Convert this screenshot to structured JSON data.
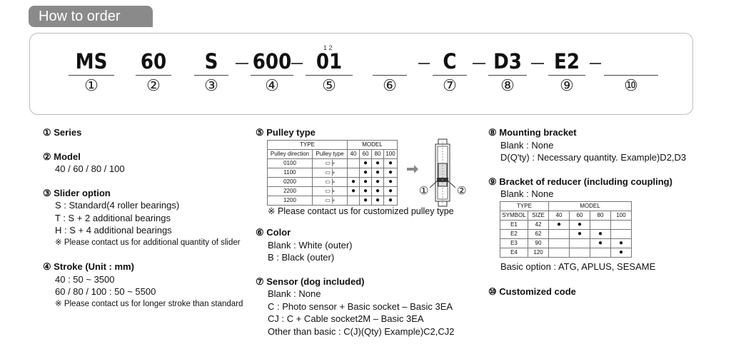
{
  "header": "How to order",
  "code": [
    {
      "value": "MS",
      "num": "①"
    },
    {
      "value": "60",
      "num": "②"
    },
    {
      "value": "S",
      "num": "③"
    },
    {
      "value": "600",
      "num": "④"
    },
    {
      "value": "01",
      "num": "⑤"
    },
    {
      "value": "",
      "num": "⑥"
    },
    {
      "value": "C",
      "num": "⑦"
    },
    {
      "value": "D3",
      "num": "⑧"
    },
    {
      "value": "E2",
      "num": "⑨"
    },
    {
      "value": "",
      "num": "⑩"
    }
  ],
  "superscript": "1  2",
  "series": {
    "title": "① Series"
  },
  "model": {
    "title": "② Model",
    "lines": [
      "40 / 60 / 80 / 100"
    ]
  },
  "slider": {
    "title": "③ Slider option",
    "lines": [
      "S : Standard(4 roller bearings)",
      "T : S + 2 additional bearings",
      "H : S + 4 additional bearings"
    ],
    "note": "※ Please contact us for additional quantity of slider"
  },
  "stroke": {
    "title": "④ Stroke (Unit : mm)",
    "lines": [
      "40   : 50 ~ 3500",
      "60 / 80 / 100 : 50 ~ 5500"
    ],
    "note": "※ Please contact us for longer stroke than standard"
  },
  "pulley": {
    "title": "⑤ Pulley type",
    "table": {
      "type": "TYPE",
      "model": "MODEL",
      "h1": "Pulley direction",
      "h2": "Pulley type",
      "models": [
        "40",
        "60",
        "80",
        "100"
      ],
      "rows": [
        {
          "code": "0100",
          "dots": [
            false,
            true,
            true,
            true
          ]
        },
        {
          "code": "1100",
          "dots": [
            false,
            true,
            true,
            true
          ]
        },
        {
          "code": "0200",
          "dots": [
            true,
            true,
            true,
            true
          ]
        },
        {
          "code": "2200",
          "dots": [
            true,
            true,
            true,
            true
          ]
        },
        {
          "code": "1200",
          "dots": [
            false,
            true,
            true,
            true
          ]
        }
      ]
    },
    "note": "※ Please contact us for customized pulley type",
    "label1": "①",
    "label2": "②"
  },
  "color": {
    "title": "⑥ Color",
    "lines": [
      "Blank : White (outer)",
      "B : Black (outer)"
    ]
  },
  "sensor": {
    "title": "⑦ Sensor (dog included)",
    "lines": [
      "Blank : None",
      "C : Photo sensor + Basic socket – Basic 3EA",
      "CJ : C + Cable socket2M – Basic 3EA",
      "Other than basic : C(J)(Qty) Example)C2,CJ2"
    ]
  },
  "mounting": {
    "title": "⑧ Mounting bracket",
    "lines": [
      "Blank : None",
      "D(Q'ty) : Necessary quantity. Example)D2,D3"
    ]
  },
  "reducer": {
    "title": "⑨ Bracket of reducer (including coupling)",
    "lines": [
      "Blank : None"
    ],
    "table": {
      "type": "TYPE",
      "model": "MODEL",
      "h1": "SYMBOL",
      "h2": "SIZE",
      "models": [
        "40",
        "60",
        "80",
        "100"
      ],
      "rows": [
        {
          "sym": "E1",
          "size": "42",
          "dots": [
            true,
            true,
            false,
            false
          ]
        },
        {
          "sym": "E2",
          "size": "62",
          "dots": [
            false,
            true,
            true,
            false
          ]
        },
        {
          "sym": "E3",
          "size": "90",
          "dots": [
            false,
            false,
            true,
            true
          ]
        },
        {
          "sym": "E4",
          "size": "120",
          "dots": [
            false,
            false,
            false,
            true
          ]
        }
      ]
    },
    "basic": "Basic option : ATG, APLUS, SESAME"
  },
  "custom": {
    "title": "⑩ Customized code"
  }
}
